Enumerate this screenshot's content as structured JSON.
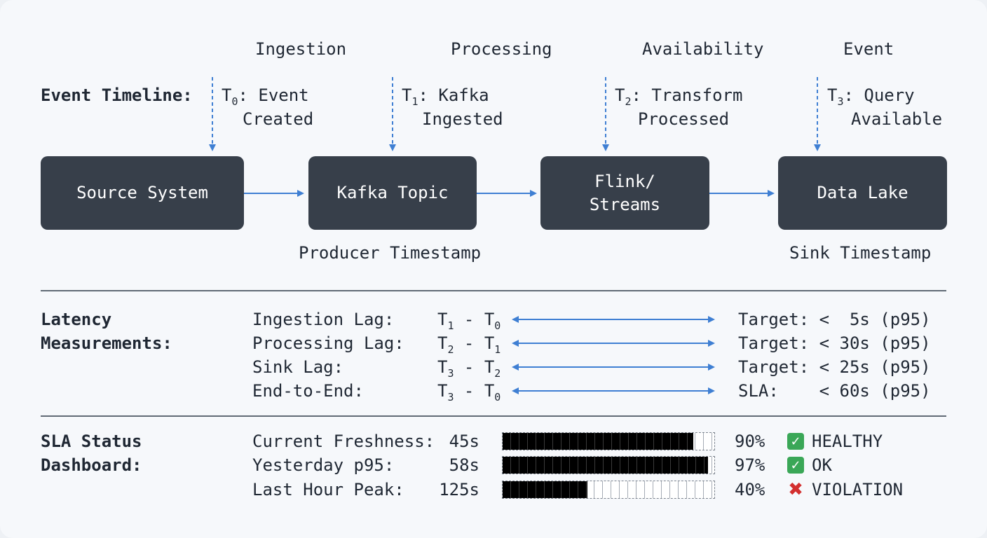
{
  "stage_headers": [
    "Ingestion",
    "Processing",
    "Availability",
    "Event"
  ],
  "timeline_label": "Event Timeline:",
  "timestamps": [
    {
      "sym": "T",
      "sub": "0",
      "line1": ": Event",
      "line2": "Created"
    },
    {
      "sym": "T",
      "sub": "1",
      "line1": ": Kafka",
      "line2": "Ingested"
    },
    {
      "sym": "T",
      "sub": "2",
      "line1": ": Transform",
      "line2": "Processed"
    },
    {
      "sym": "T",
      "sub": "3",
      "line1": ": Query",
      "line2": "Available"
    }
  ],
  "nodes": [
    {
      "line1": "Source System",
      "line2": ""
    },
    {
      "line1": "Kafka Topic",
      "line2": ""
    },
    {
      "line1": "Flink/",
      "line2": "Streams"
    },
    {
      "line1": "Data Lake",
      "line2": ""
    }
  ],
  "node_notes": {
    "producer": "Producer Timestamp",
    "sink": "Sink Timestamp"
  },
  "latency": {
    "label_line1": "Latency",
    "label_line2": "Measurements:",
    "rows": [
      {
        "name": "Ingestion Lag:",
        "a": "T",
        "a_sub": "1",
        "sep": " - ",
        "b": "T",
        "b_sub": "0",
        "target": "Target: <  5s (p95)"
      },
      {
        "name": "Processing Lag:",
        "a": "T",
        "a_sub": "2",
        "sep": " - ",
        "b": "T",
        "b_sub": "1",
        "target": "Target: < 30s (p95)"
      },
      {
        "name": "Sink Lag:",
        "a": "T",
        "a_sub": "3",
        "sep": " - ",
        "b": "T",
        "b_sub": "2",
        "target": "Target: < 25s (p95)"
      },
      {
        "name": "End-to-End:",
        "a": "T",
        "a_sub": "3",
        "sep": " - ",
        "b": "T",
        "b_sub": "0",
        "target": "SLA:    < 60s (p95)"
      }
    ]
  },
  "sla": {
    "label_line1": "SLA Status",
    "label_line2": "Dashboard:",
    "rows": [
      {
        "name": "Current Freshness:",
        "value": "45s",
        "fill": 0.9,
        "percent": "90%",
        "status_icon": "check-icon",
        "status": "HEALTHY"
      },
      {
        "name": "Yesterday p95:",
        "value": "58s",
        "fill": 0.97,
        "percent": "97%",
        "status_icon": "check-icon",
        "status": "OK"
      },
      {
        "name": "Last Hour Peak:",
        "value": "125s",
        "fill": 0.4,
        "percent": "40%",
        "status_icon": "cross-icon",
        "status": "VIOLATION"
      }
    ]
  },
  "colors": {
    "arrow": "#3f7fd3",
    "node": "#373f4a",
    "check": "#3aa757",
    "cross": "#d32f2f"
  }
}
